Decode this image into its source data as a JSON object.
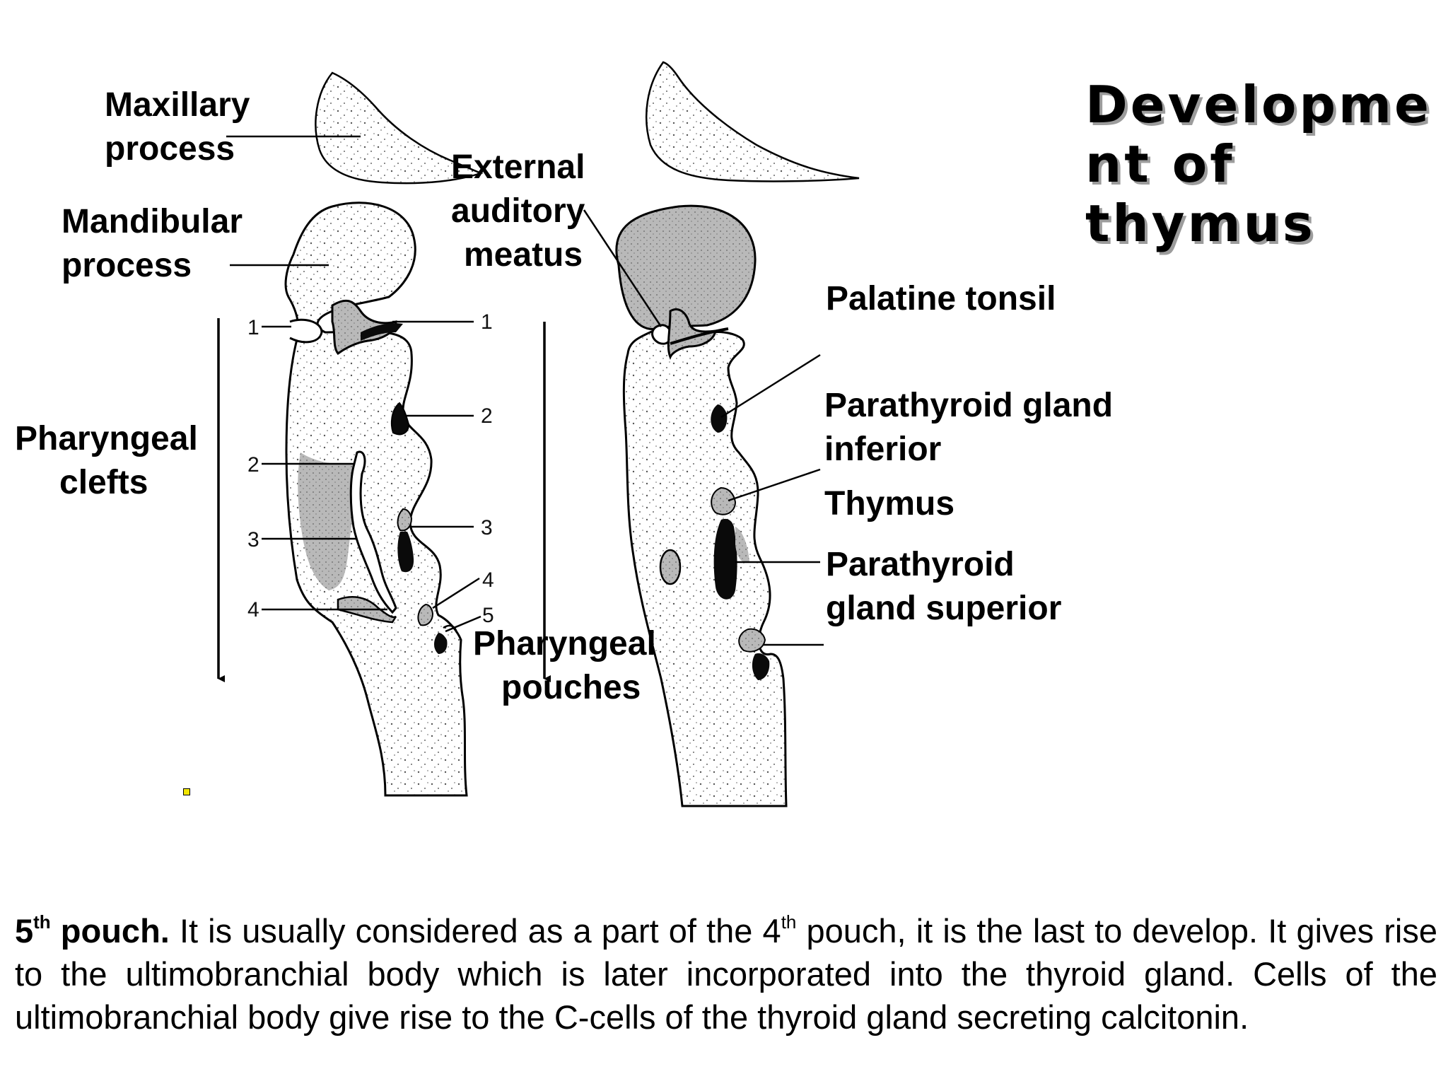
{
  "title": {
    "line1": "Developme",
    "line2": "nt of",
    "line3": "thymus"
  },
  "labels": {
    "maxillary_1": "Maxillary",
    "maxillary_2": "process",
    "mandibular_1": "Mandibular",
    "mandibular_2": "process",
    "external_1": "External",
    "external_2": "auditory",
    "external_3": "meatus",
    "clefts_1": "Pharyngeal",
    "clefts_2": "clefts",
    "pouches_1": "Pharyngeal",
    "pouches_2": "pouches",
    "palatine": "Palatine tonsil",
    "parathyroid_inf_1": "Parathyroid gland",
    "parathyroid_inf_2": "inferior",
    "thymus": "Thymus",
    "parathyroid_sup_1": "Parathyroid",
    "parathyroid_sup_2": "gland superior"
  },
  "numbers": {
    "cleft": [
      "1",
      "2",
      "3",
      "4"
    ],
    "pouch": [
      "1",
      "2",
      "3",
      "4",
      "5"
    ]
  },
  "caption": {
    "lead_num": "5",
    "lead_sup": "th",
    "lead_word": " pouch.",
    "part1": " It is usually considered as a part of the 4",
    "sup": "th",
    "part2": " pouch, it is the last to develop. It gives rise to the ultimobranchial body which is later incorporated into the thyroid gland. Cells of the ultimobranchial body give rise to the C-cells of the thyroid gland secreting calcitonin."
  },
  "colors": {
    "tissue_fill": "#f4f4f4",
    "pouch_gray": "#b9b9b9",
    "dark_gland": "#0a0a0a",
    "title_shadow": "#9c9c9c"
  }
}
